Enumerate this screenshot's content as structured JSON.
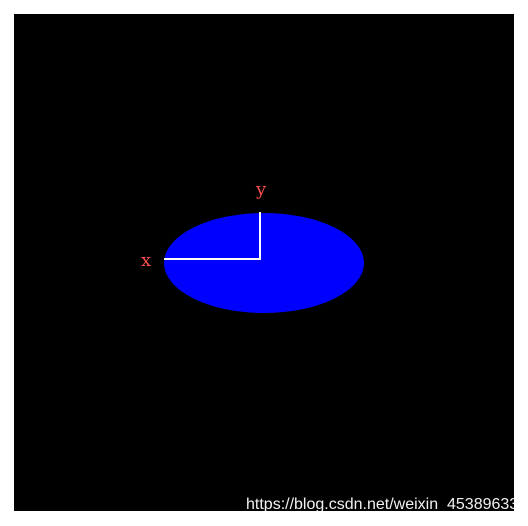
{
  "scene": {
    "axis_x_label": "x",
    "axis_y_label": "y",
    "background_color": "#000000",
    "shape_color": "#0000ff",
    "axis_color": "#ffffff",
    "label_color": "#ff4d4d"
  },
  "footer": {
    "watermark": "https://blog.csdn.net/weixin_45389633"
  }
}
